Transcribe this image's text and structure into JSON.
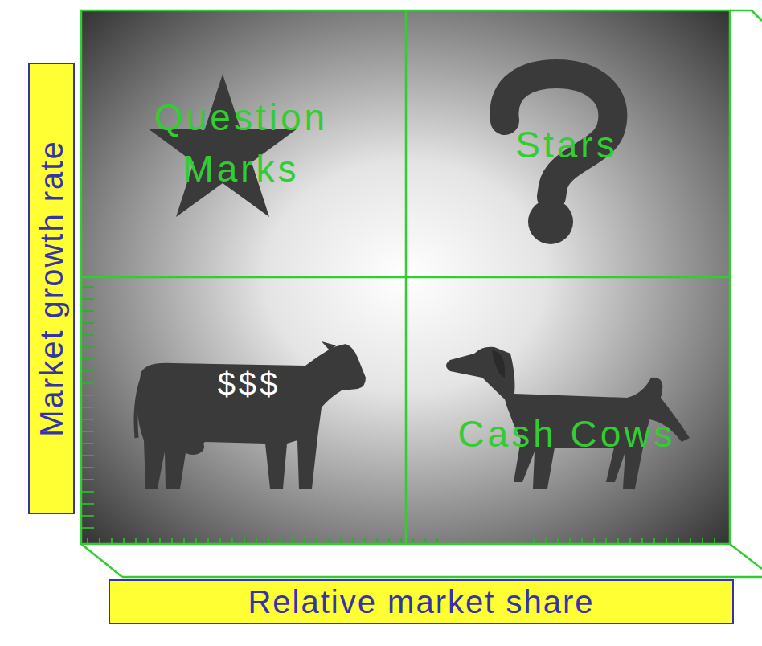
{
  "diagram": {
    "nodes": [
      {
        "text": [
          "Question Marks"
        ]
      },
      {
        "text": [
          "Stars"
        ]
      },
      {
        "text": [
          "Cash Cows"
        ]
      },
      {
        "text": [
          "Market growth rate"
        ]
      },
      {
        "text": [
          "Relative market share"
        ]
      }
    ],
    "labels": [
      "$$$"
    ]
  }
}
